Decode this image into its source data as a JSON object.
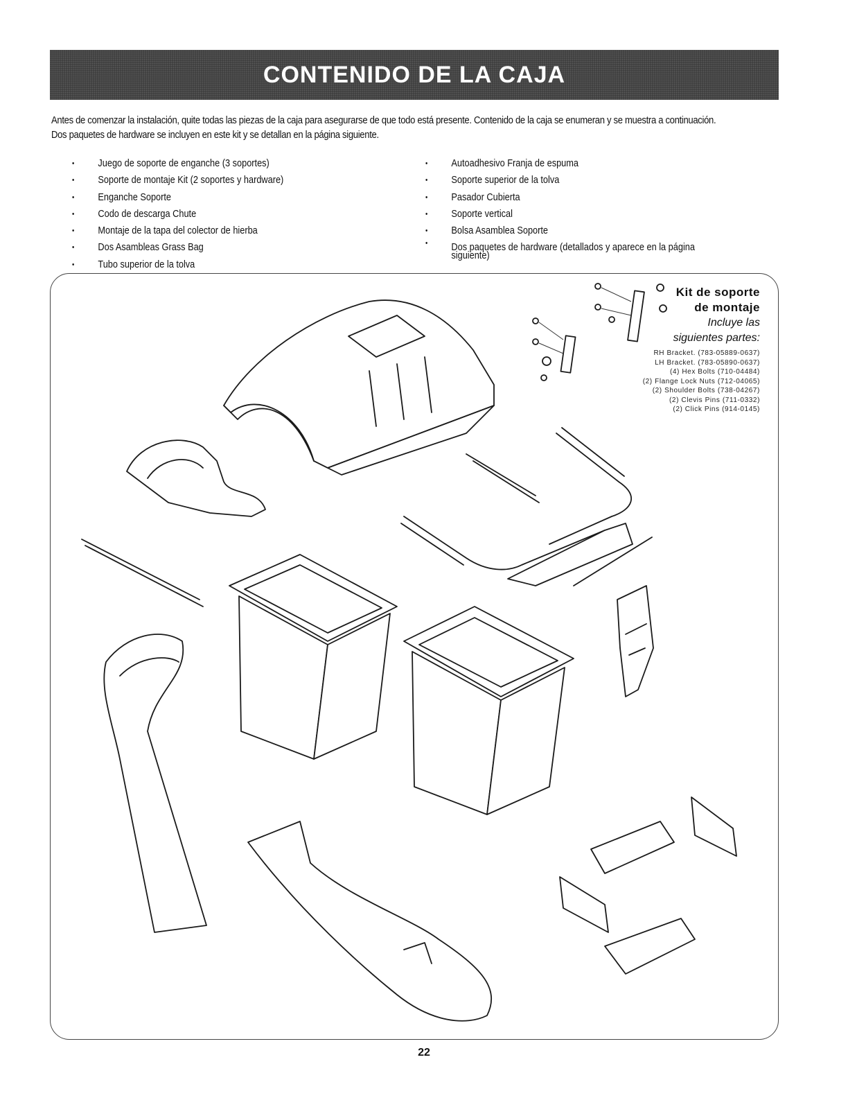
{
  "header": {
    "title": "CONTENIDO DE LA CAJA"
  },
  "intro": {
    "line1": "Antes de comenzar la instalación, quite todas las piezas de la caja para asegurarse de que todo está presente. Contenido de la caja se enumeran y se muestra a continuación.",
    "line2": "Dos paquetes de hardware se incluyen en este kit y se detallan en la página siguiente."
  },
  "list_left": [
    "Juego de soporte de enganche (3 soportes)",
    "Soporte de montaje Kit (2 soportes y hardware)",
    "Enganche Soporte",
    "Codo de descarga Chute",
    "Montaje de la tapa del colector de hierba",
    "Dos Asambleas Grass Bag",
    "Tubo superior de la tolva"
  ],
  "list_right": [
    "Autoadhesivo Franja de espuma",
    "Soporte superior de la tolva",
    "Pasador Cubierta",
    "Soporte vertical",
    "Bolsa Asamblea Soporte",
    "Dos paquetes de hardware (detallados y aparece en la página siguiente)"
  ],
  "kit": {
    "title_line1": "Kit de soporte",
    "title_line2": "de montaje",
    "subtitle_line1": "Incluye las",
    "subtitle_line2": "siguientes partes:",
    "parts": [
      "RH Bracket. (783-05889-0637)",
      "LH Bracket. (783-05890-0637)",
      "(4) Hex Bolts (710-04484)",
      "(2) Flange Lock Nuts (712-04065)",
      "(2) Shoulder Bolts (738-04267)",
      "(2) Clevis Pins (711-0332)",
      "(2) Click Pins (914-0145)"
    ]
  },
  "footer": {
    "page_number": "22"
  }
}
